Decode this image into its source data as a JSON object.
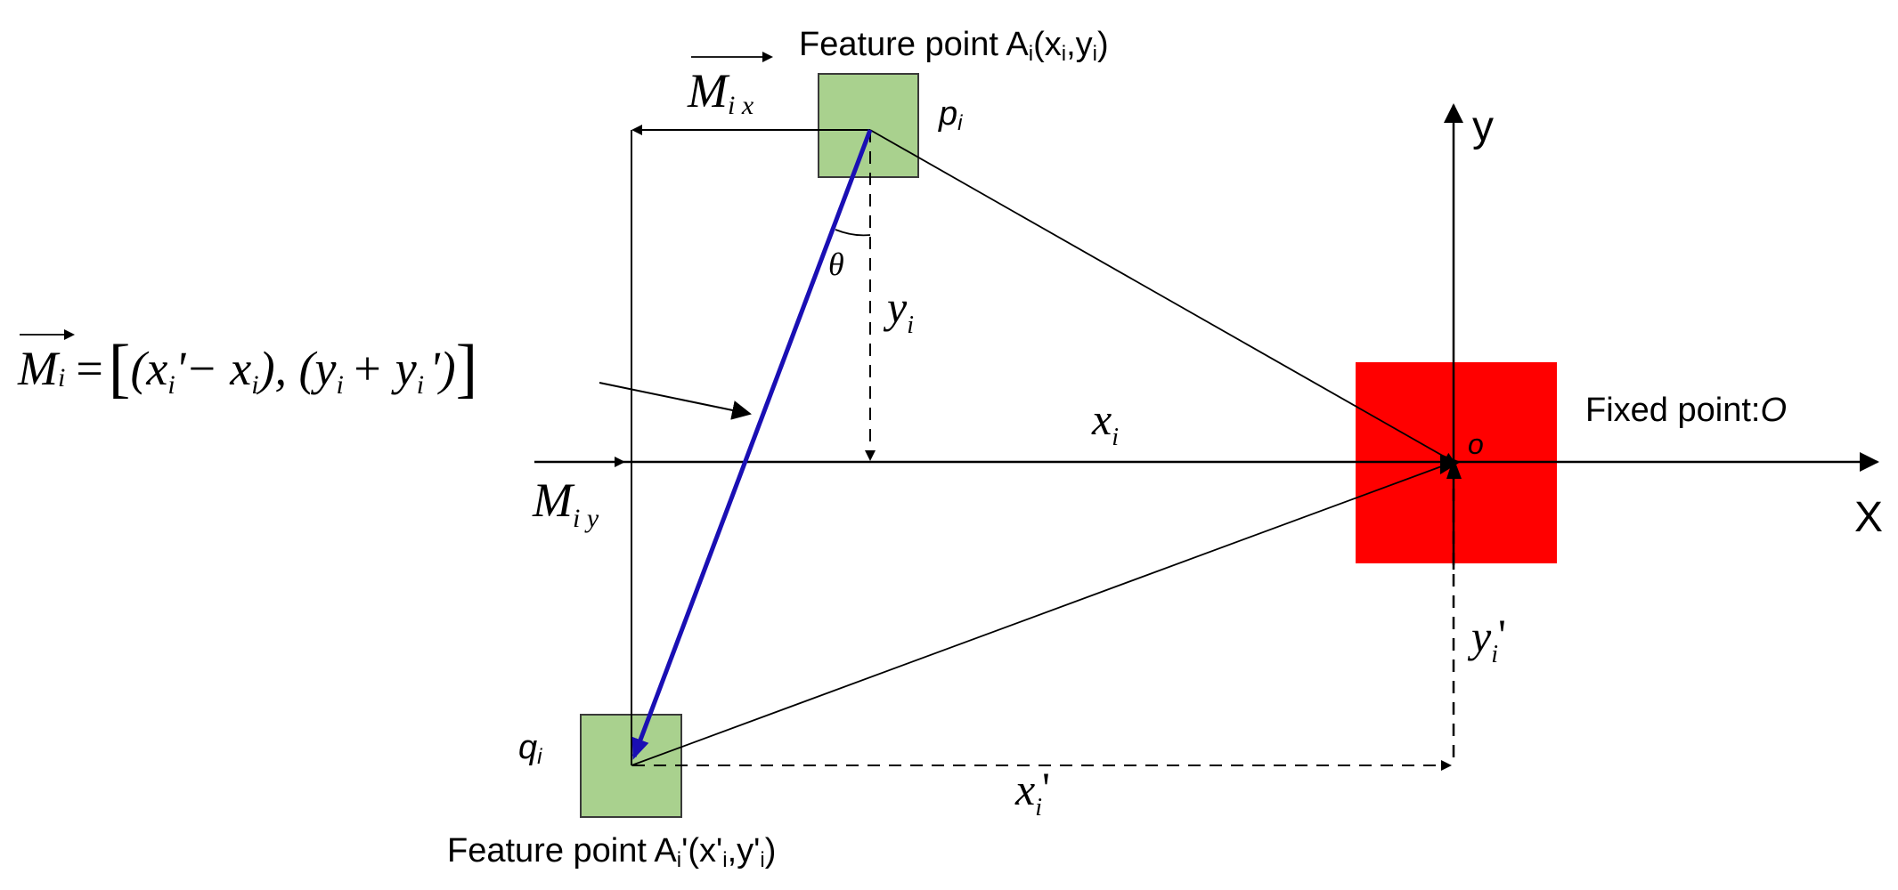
{
  "labels": {
    "feature_point_top": {
      "prefix": "Feature point A",
      "sub1": "i",
      "open": "(x",
      "sub2": "i",
      "comma": ",y",
      "sub3": "i",
      "close": ")"
    },
    "feature_point_bottom": {
      "prefix": "Feature point A",
      "sub1": "i",
      "open": "'(x'",
      "sub2": "i",
      "comma": ",y'",
      "sub3": "i",
      "close": ")"
    },
    "fixed_point": {
      "text": "Fixed point:",
      "symbol": "O"
    },
    "origin": "o",
    "axis_x": "X",
    "axis_y": "y",
    "p_i": {
      "base": "p",
      "sub": "i"
    },
    "q_i": {
      "base": "q",
      "sub": "i"
    },
    "theta": "θ",
    "y_i": {
      "base": "y",
      "sub": "i"
    },
    "x_i": {
      "base": "x",
      "sub": "i"
    },
    "y_i_prime": {
      "base": "y",
      "sub": "i",
      "prime": "'"
    },
    "x_i_prime": {
      "base": "x",
      "sub": "i",
      "prime": "'"
    },
    "M_ix": {
      "base": "M",
      "sub": "i x"
    },
    "M_iy": {
      "base": "M",
      "sub": "i y"
    },
    "equation": {
      "lhs_base": "M",
      "lhs_sub": "i",
      "eq": "=",
      "open_bracket": "[",
      "t1": "(x",
      "t1_sub": "i",
      "t2": "'− x",
      "t2_sub": "i",
      "t3": "), (y",
      "t3_sub": "i",
      "t4": "+ y",
      "t4_sub": "i",
      "t5": "')",
      "close_bracket": "]"
    }
  },
  "colors": {
    "fixed_point_fill": "#ff0000",
    "feature_point_fill": "#a9d18e",
    "feature_point_stroke": "#3a3a3a",
    "motion_vector": "#1a0fb4",
    "line": "#000000"
  }
}
